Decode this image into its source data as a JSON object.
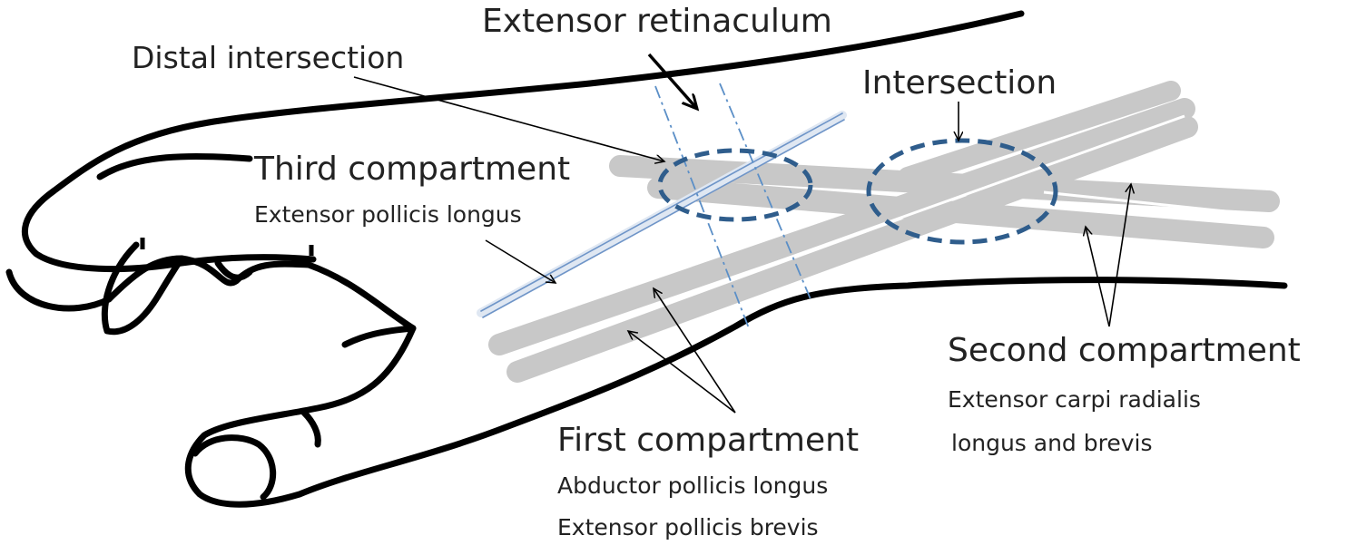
{
  "labels": {
    "extensor_retinaculum": "Extensor retinaculum",
    "distal_intersection": "Distal intersection",
    "intersection": "Intersection",
    "third_compartment": "Third compartment",
    "third_compartment_tendon": "Extensor pollicis longus",
    "second_compartment": "Second compartment",
    "second_compartment_tendon_1": "Extensor carpi radialis",
    "second_compartment_tendon_2": "longus and brevis",
    "first_compartment": "First compartment",
    "first_compartment_tendon_1": "Abductor pollicis longus",
    "first_compartment_tendon_2": "Extensor pollicis brevis"
  },
  "colors": {
    "outline": "#000000",
    "tendon": "#c8c8c8",
    "ellipse": "#2f5d8c",
    "retinaculum_line": "#5b8fc7",
    "text": "#222222"
  }
}
